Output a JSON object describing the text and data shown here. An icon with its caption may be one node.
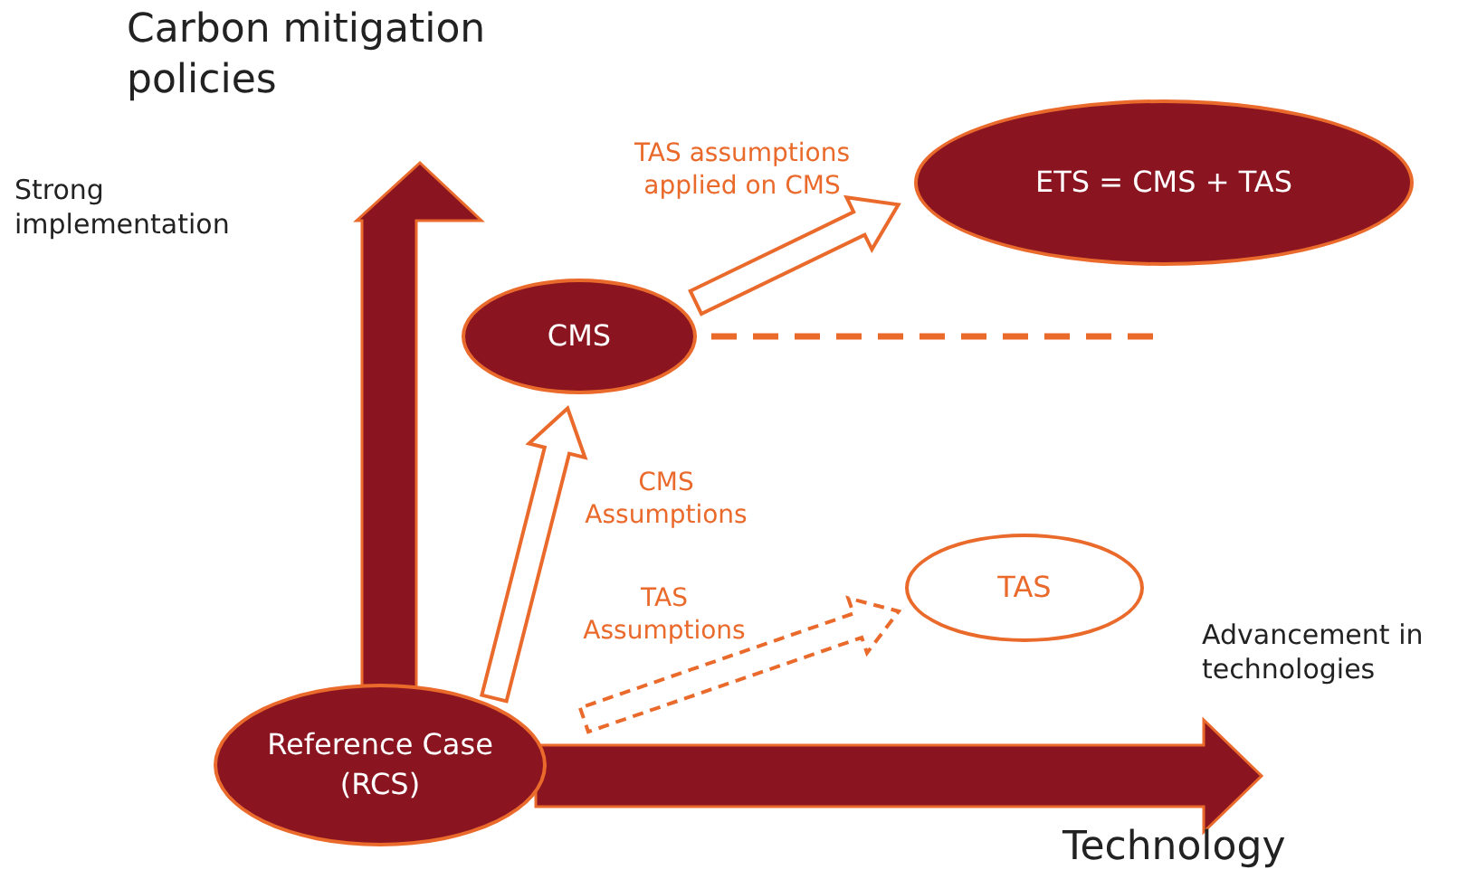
{
  "diagram": {
    "nodes": [
      {
        "text": [
          "Reference Case (RCS)"
        ]
      },
      {
        "text": [
          "CMS"
        ]
      },
      {
        "text": [
          "ETS = CMS + TAS"
        ]
      },
      {
        "text": [
          "TAS"
        ]
      }
    ],
    "edges": [
      {
        "from": 0,
        "to": 1,
        "arrow": "to",
        "label": "CMS Assumptions"
      },
      {
        "from": 0,
        "to": 3,
        "arrow": "to",
        "label": "TAS Assumptions",
        "style": "dashed"
      },
      {
        "from": 1,
        "to": 2,
        "arrow": "to",
        "label": "TAS assumptions applied on CMS"
      },
      {
        "from": 1,
        "to": null,
        "arrow": "none",
        "style": "dashed"
      }
    ],
    "labels": [
      "Carbon mitigation policies",
      "Strong implementation",
      "Advancement in technologies",
      "Technology"
    ]
  }
}
